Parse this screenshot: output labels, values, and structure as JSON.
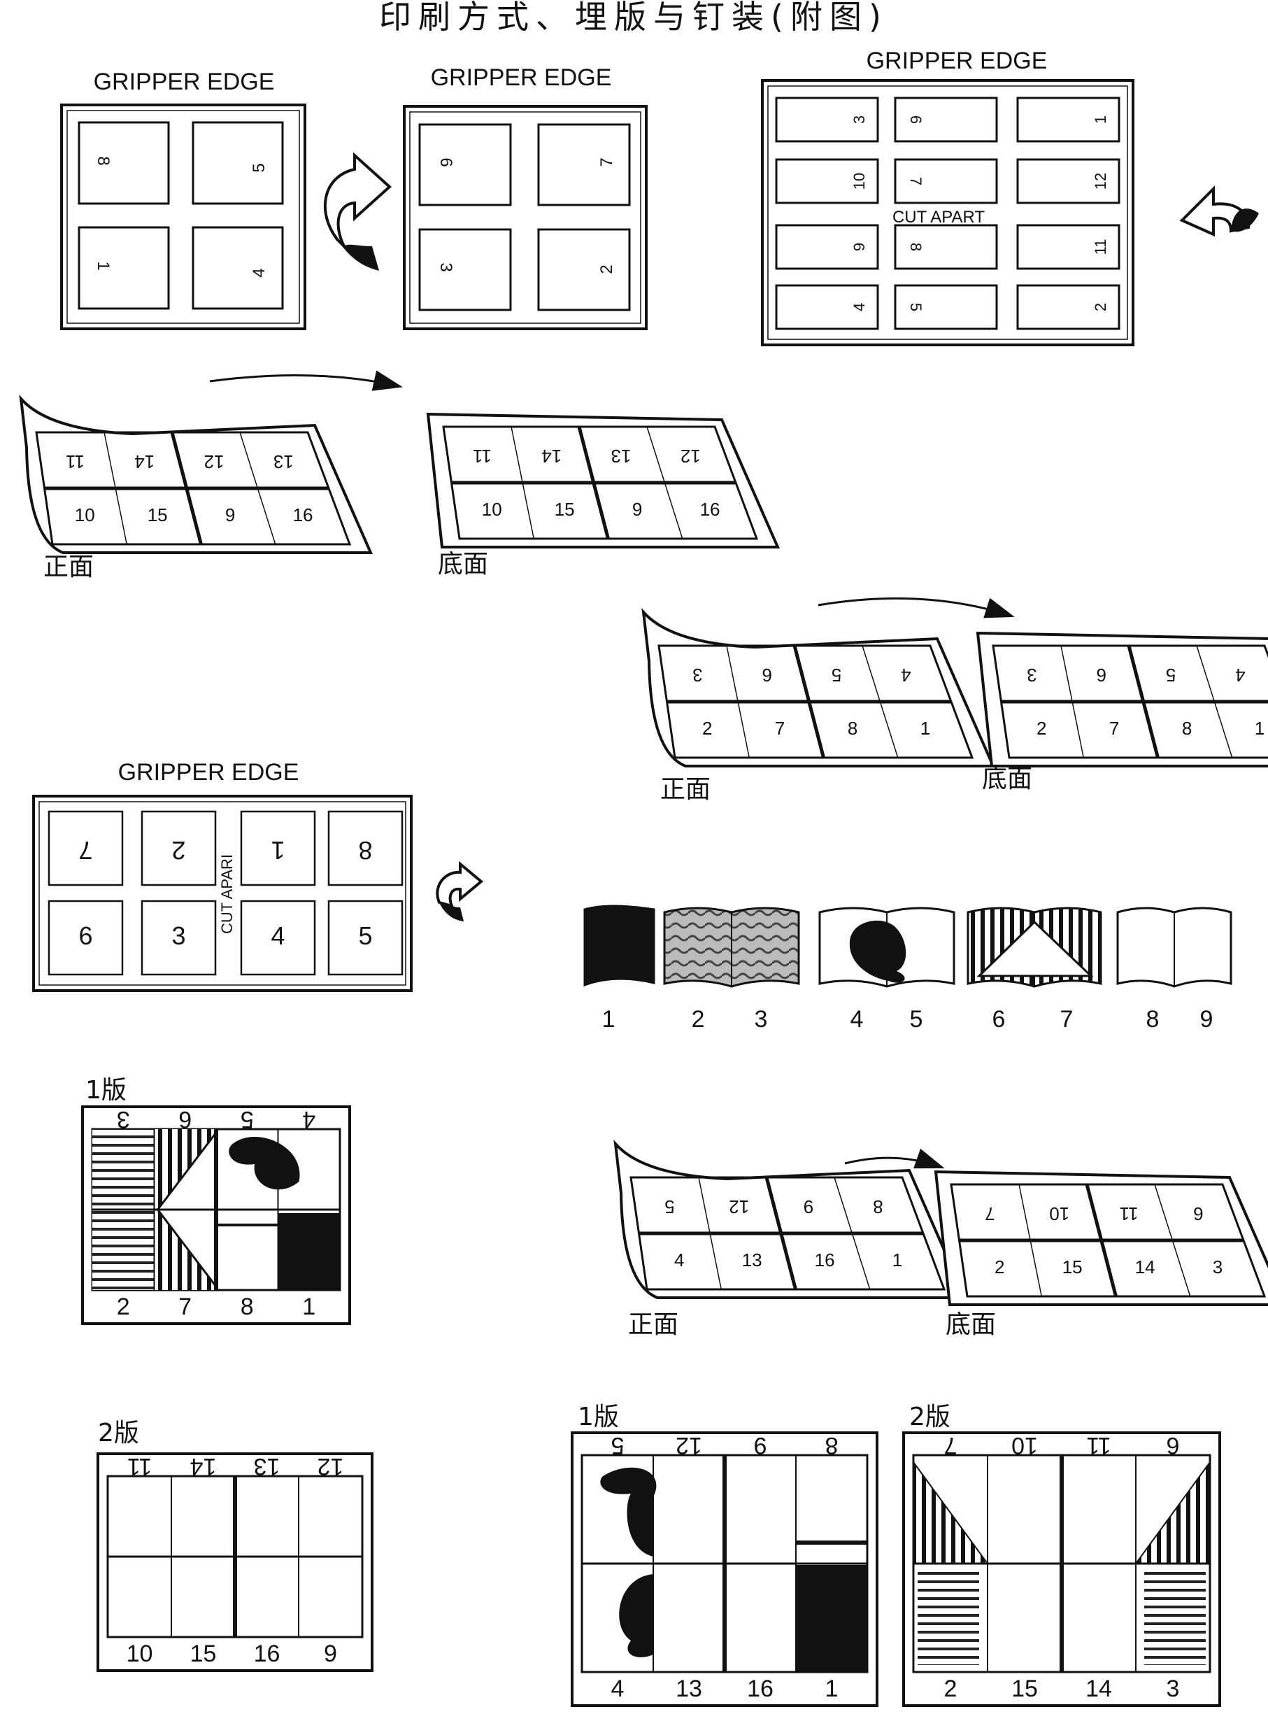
{
  "title": "印刷方式、埋版与钉装(附图)",
  "labels": {
    "gripper_edge": "GRIPPER EDGE",
    "cut_apart": "CUT APART",
    "cut_apari": "CUT APARI",
    "front": "正面",
    "bottom": "底面",
    "plate1": "1版",
    "plate2": "2版"
  },
  "sheet_a_front": [
    "8",
    "5",
    "1",
    "4"
  ],
  "sheet_a_back": [
    "6",
    "7",
    "3",
    "2"
  ],
  "sheet_twelve": [
    [
      "3",
      "6",
      "1"
    ],
    [
      "10",
      "7",
      "12"
    ],
    [
      "9",
      "8",
      "11"
    ],
    [
      "4",
      "5",
      "2"
    ]
  ],
  "folded_16_front": [
    "11",
    "14",
    "12",
    "13",
    "10",
    "15",
    "9",
    "16"
  ],
  "folded_16_back": [
    "11",
    "14",
    "13",
    "12",
    "10",
    "15",
    "9",
    "16"
  ],
  "folded_8_front": [
    "3",
    "6",
    "5",
    "4",
    "2",
    "7",
    "8",
    "1"
  ],
  "folded_8_back": [
    "3",
    "6",
    "5",
    "4",
    "2",
    "7",
    "8",
    "1"
  ],
  "sheet_eight": [
    [
      "7",
      "2",
      "1",
      "8"
    ],
    [
      "6",
      "3",
      "4",
      "5"
    ]
  ],
  "book_pages": [
    "1",
    "2",
    "3",
    "4",
    "5",
    "6",
    "7",
    "8",
    "9"
  ],
  "plate_a1": {
    "top": [
      "3",
      "6",
      "5",
      "4"
    ],
    "bottom": [
      "2",
      "7",
      "8",
      "1"
    ]
  },
  "plate_a2": {
    "top": [
      "11",
      "14",
      "13",
      "12"
    ],
    "bottom": [
      "10",
      "15",
      "16",
      "9"
    ]
  },
  "folded_c_front": [
    "5",
    "12",
    "9",
    "8",
    "4",
    "13",
    "16",
    "1"
  ],
  "folded_c_back": [
    "7",
    "10",
    "11",
    "6",
    "2",
    "15",
    "14",
    "3"
  ],
  "plate_b1": {
    "top": [
      "5",
      "12",
      "9",
      "8"
    ],
    "bottom": [
      "4",
      "13",
      "16",
      "1"
    ]
  },
  "plate_b2": {
    "top": [
      "7",
      "10",
      "11",
      "6"
    ],
    "bottom": [
      "2",
      "15",
      "14",
      "3"
    ]
  }
}
